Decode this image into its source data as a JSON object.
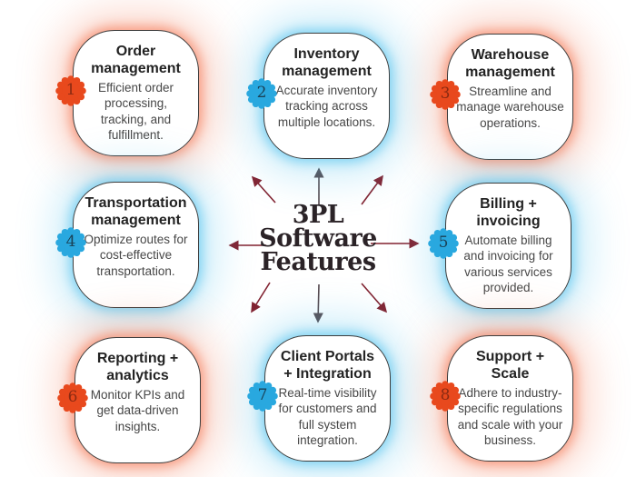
{
  "title": "3PL Software Features infographic",
  "center": {
    "lines": [
      "3PL",
      "Software",
      "Features"
    ],
    "text_color": "#2b2327",
    "arrow_color_diagonal": "#82212f",
    "arrow_color_vertical": "#55484d"
  },
  "palette": {
    "badge_orange": "#e8491d",
    "badge_blue": "#29a8df",
    "badge_number_on_orange": "#8a2a12",
    "badge_number_on_blue": "#1a4257",
    "glow_red": "rgba(243,94,52,0.5)",
    "glow_blue": "rgba(64,188,236,0.55)",
    "card_border": "#3d3d3d",
    "title_text": "#232323",
    "body_text": "#474747"
  },
  "cards": [
    {
      "number": "1",
      "title": "Order management",
      "body": "Efficient order processing, tracking, and fulfillment.",
      "badge_color": "#e8491d",
      "glow": "red"
    },
    {
      "number": "2",
      "title": "Inventory management",
      "body": "Accurate inventory tracking across multiple locations.",
      "badge_color": "#29a8df",
      "glow": "blue"
    },
    {
      "number": "3",
      "title": "Warehouse management",
      "body": "Streamline and manage warehouse operations.",
      "badge_color": "#e8491d",
      "glow": "red"
    },
    {
      "number": "4",
      "title": "Transportation management",
      "body": "Optimize routes for cost-effective transportation.",
      "badge_color": "#29a8df",
      "glow": "blue"
    },
    {
      "number": "5",
      "title": "Billing + invoicing",
      "body": "Automate billing and invoicing for various services provided.",
      "badge_color": "#29a8df",
      "glow": "blue"
    },
    {
      "number": "6",
      "title": "Reporting + analytics",
      "body": "Monitor KPIs and get data-driven insights.",
      "badge_color": "#e8491d",
      "glow": "red"
    },
    {
      "number": "7",
      "title": "Client Portals + Integration",
      "body": "Real-time visibility for customers and full system integration.",
      "badge_color": "#29a8df",
      "glow": "blue"
    },
    {
      "number": "8",
      "title": "Support + Scale",
      "body": "Adhere to industry-specific regulations and scale with your business.",
      "badge_color": "#e8491d",
      "glow": "red"
    }
  ]
}
